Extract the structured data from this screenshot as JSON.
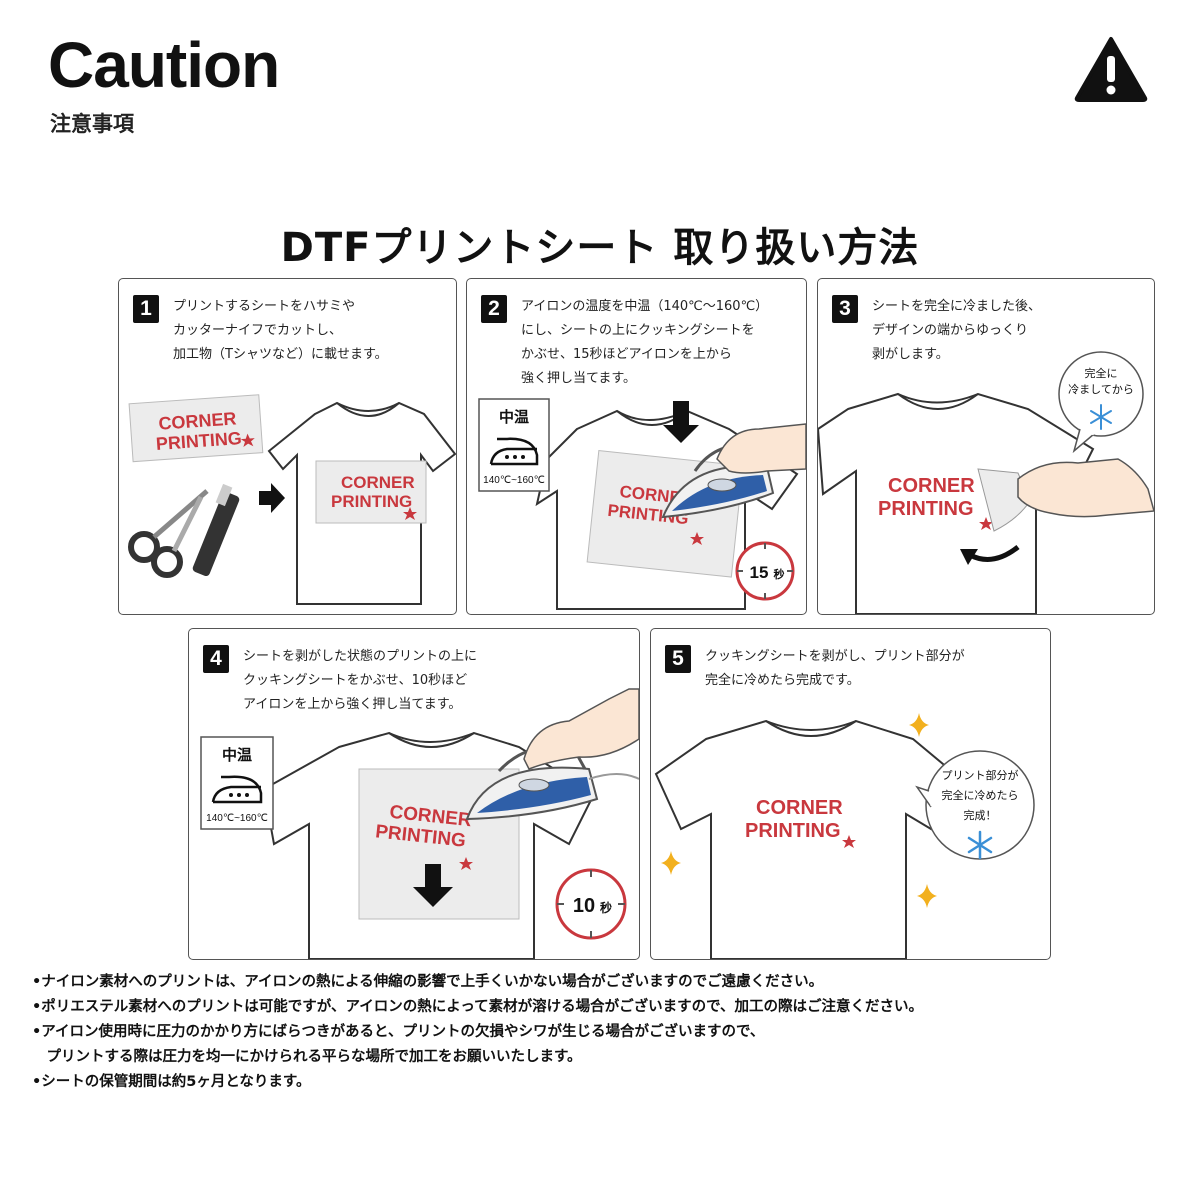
{
  "header": {
    "title": "Caution",
    "subtitle": "注意事項",
    "icon": "warning-icon"
  },
  "main": {
    "heading": "DTFプリントシート 取り扱い方法"
  },
  "brand": {
    "line1": "CORNER",
    "line2": "PRINTING",
    "red": "#c9383e"
  },
  "steps": [
    {
      "number": "1",
      "lines": [
        "プリントするシートをハサミや",
        "カッターナイフでカットし、",
        "加工物（Tシャツなど）に載せます。"
      ]
    },
    {
      "number": "2",
      "lines": [
        "アイロンの温度を中温（140℃～160℃）",
        "にし、シートの上にクッキングシートを",
        "かぶせ、15秒ほどアイロンを上から",
        "強く押し当てます。"
      ],
      "iron_label": "中温",
      "iron_temp": "140℃~160℃",
      "timer": "15",
      "timer_unit": "秒"
    },
    {
      "number": "3",
      "lines": [
        "シートを完全に冷ました後、",
        "デザインの端からゆっくり",
        "剥がします。"
      ],
      "bubble": [
        "完全に",
        "冷ましてから"
      ]
    },
    {
      "number": "4",
      "lines": [
        "シートを剥がした状態のプリントの上に",
        "クッキングシートをかぶせ、10秒ほど",
        "アイロンを上から強く押し当てます。"
      ],
      "iron_label": "中温",
      "iron_temp": "140℃~160℃",
      "timer": "10",
      "timer_unit": "秒"
    },
    {
      "number": "5",
      "lines": [
        "クッキングシートを剥がし、プリント部分が",
        "完全に冷めたら完成です。"
      ],
      "bubble": [
        "プリント部分が",
        "完全に冷めたら",
        "完成！"
      ]
    }
  ],
  "notes": [
    "•ナイロン素材へのプリントは、アイロンの熱による伸縮の影響で上手くいかない場合がございますのでご遠慮ください。",
    "•ポリエステル素材へのプリントは可能ですが、アイロンの熱によって素材が溶ける場合がございますので、加工の際はご注意ください。",
    "•アイロン使用時に圧力のかかり方にばらつきがあると、プリントの欠損やシワが生じる場合がございますので、",
    "　プリントする際は圧力を均一にかけられる平らな場所で加工をお願いいたします。",
    "•シートの保管期間は約5ヶ月となります。"
  ],
  "colors": {
    "snow": "#3a8fd6",
    "sparkle": "#f2b01e",
    "iron_blue": "#2f5fa8",
    "timer_red": "#c9383e"
  }
}
